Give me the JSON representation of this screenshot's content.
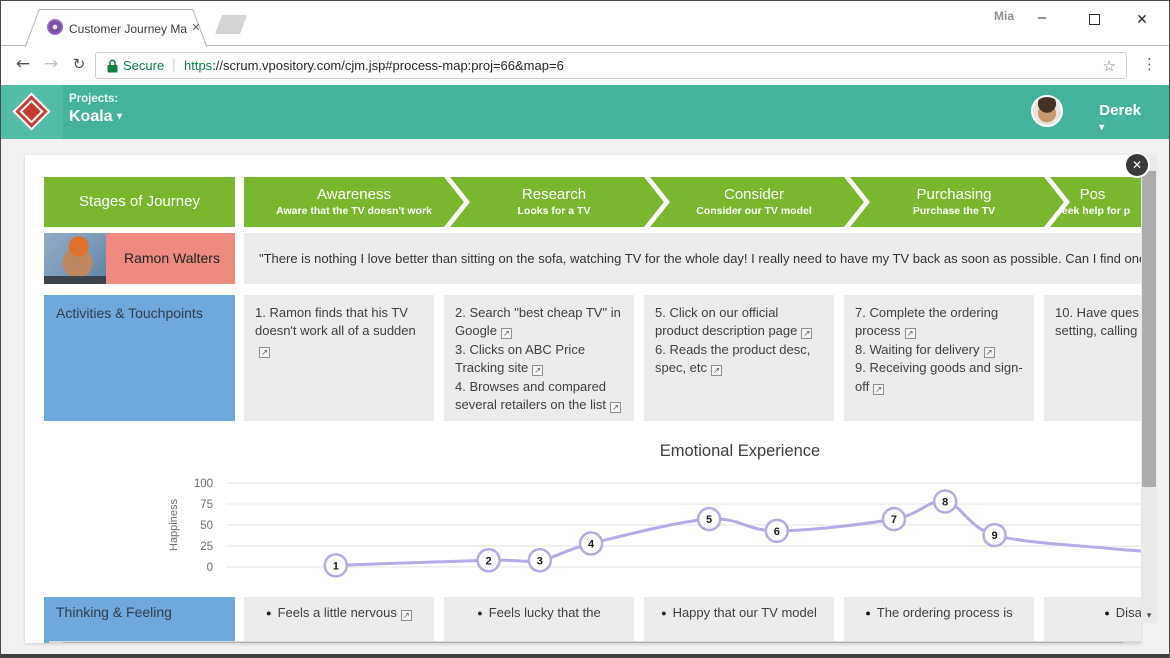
{
  "browser": {
    "profile_name": "Mia",
    "tab_title": "Customer Journey Mapp",
    "secure_label": "Secure",
    "url_scheme": "https",
    "url_rest": "://scrum.vpository.com/cjm.jsp#process-map:proj=66&map=6"
  },
  "icons": {
    "back": "←",
    "forward": "→",
    "reload": "↻",
    "star": "☆",
    "kebab": "⋮",
    "minimize": "–",
    "close": "✕",
    "tab_close": "✕",
    "caret": "▾",
    "open_link": "↗",
    "bullet": "●",
    "url_separator": "|",
    "scroll_down": "▾",
    "scroll_left": "◄",
    "scroll_right": "►"
  },
  "app_header": {
    "projects_label": "Projects:",
    "project_name": "Koala",
    "user_name": "Derek"
  },
  "journey": {
    "stages_header": "Stages of Journey",
    "stages": [
      {
        "name": "Awareness",
        "desc": "Aware that the TV doesn't work"
      },
      {
        "name": "Research",
        "desc": "Looks for a TV"
      },
      {
        "name": "Consider",
        "desc": "Consider our TV model"
      },
      {
        "name": "Purchasing",
        "desc": "Purchase the TV"
      },
      {
        "name": "Pos",
        "desc": "Seek help for p"
      }
    ],
    "persona": {
      "name": "Ramon Walters",
      "quote": "\"There is nothing I love better than sitting on the sofa, watching TV for the whole day! I really need to have my TV back as soon as possible. Can I find one on the Intern"
    },
    "activities_header": "Activities & Touchpoints",
    "activities": [
      [
        {
          "text": "1. Ramon finds that his TV doesn't work all of a sudden",
          "link": true
        }
      ],
      [
        {
          "text": "2. Search \"best cheap TV\" in Google",
          "link": true
        },
        {
          "text": "3. Clicks on ABC Price Tracking site",
          "link": true
        },
        {
          "text": "4. Browses and compared several retailers on the list",
          "link": true
        }
      ],
      [
        {
          "text": "5. Click on our official product description page",
          "link": true
        },
        {
          "text": "6. Reads the product desc, spec, etc",
          "link": true
        }
      ],
      [
        {
          "text": "7. Complete the ordering process",
          "link": true
        },
        {
          "text": "8. Waiting for delivery",
          "link": true
        },
        {
          "text": "9. Receiving goods and sign-off",
          "link": true
        }
      ],
      [
        {
          "text": "10. Have ques",
          "link": false
        },
        {
          "text": "setting, calling",
          "link": false
        }
      ]
    ],
    "thinking_header": "Thinking & Feeling",
    "thoughts": [
      {
        "text": "Feels a little nervous",
        "link": true
      },
      {
        "text": "Feels lucky that the",
        "link": false
      },
      {
        "text": "Happy that our TV model",
        "link": false
      },
      {
        "text": "The ordering process is",
        "link": false
      },
      {
        "text": "Disappoin",
        "link": false
      }
    ]
  },
  "chart_data": {
    "type": "line",
    "title": "Emotional Experience",
    "ylabel": "Happiness",
    "yticks": [
      0,
      25,
      50,
      75,
      100
    ],
    "ylim": [
      0,
      100
    ],
    "line_color": "#b7aae7",
    "grid": true,
    "points": [
      {
        "label": "1",
        "x": 0.12,
        "value": 2
      },
      {
        "label": "2",
        "x": 0.287,
        "value": 8
      },
      {
        "label": "3",
        "x": 0.343,
        "value": 8
      },
      {
        "label": "4",
        "x": 0.399,
        "value": 28
      },
      {
        "label": "5",
        "x": 0.528,
        "value": 57
      },
      {
        "label": "6",
        "x": 0.602,
        "value": 43
      },
      {
        "label": "7",
        "x": 0.73,
        "value": 57
      },
      {
        "label": "8",
        "x": 0.786,
        "value": 78
      },
      {
        "label": "9",
        "x": 0.84,
        "value": 38
      }
    ],
    "tail": [
      {
        "x": 0.966,
        "value": 22
      },
      {
        "x": 1.02,
        "value": 18
      }
    ]
  },
  "colors": {
    "appbar_green": "#45b39c",
    "stage_green": "#79b72f",
    "persona_red": "#ed8b7e",
    "label_blue": "#6fa8dc",
    "cell_gray": "#ececec",
    "secure_green": "#0b8043",
    "chart_line": "#b7aae7"
  }
}
